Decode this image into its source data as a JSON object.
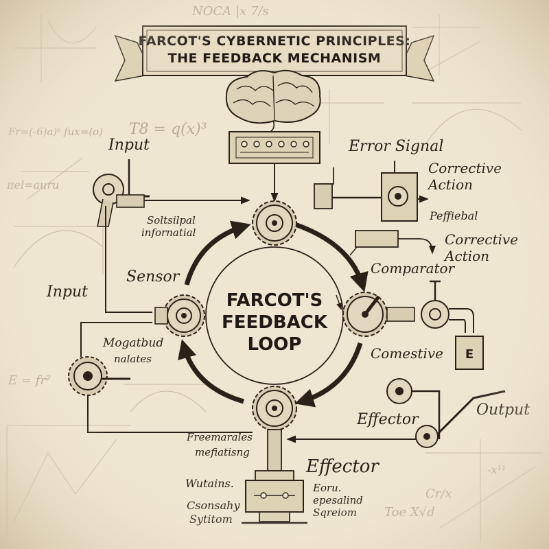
{
  "banner": {
    "title_line1": "FARCOT'S CYBERNETIC PRINCIPLES:",
    "title_line2": "THE FEEDBACK MECHANISM"
  },
  "center": {
    "line1": "FARCOT'S",
    "line2": "FEEDBACK",
    "line3": "LOOP"
  },
  "labels": {
    "input_top": "Input",
    "input_left": "Input",
    "sensor": "Sensor",
    "error_signal": "Error Signal",
    "corrective_action_1_a": "Corrective",
    "corrective_action_1_b": "Action",
    "corrective_action_2_a": "Corrective",
    "corrective_action_2_b": "Action",
    "peffiebal": "Peffiebal",
    "comparator": "Comparator",
    "comestive": "Comestive",
    "effector_right": "Effector",
    "output": "Output",
    "effector_bottom": "Effector",
    "sensorial_a": "Soltsilpal",
    "sensorial_b": "infornatial",
    "mogatbud_a": "Mogatbud",
    "mogatbud_b": "nalates",
    "freemarales_a": "Freemarales",
    "freemarales_b": "mefiatisng",
    "wutains": "Wutains.",
    "csonsahy_a": "Csonsahy",
    "csonsahy_b": "Sytitom",
    "eoru_a": "Eoru.",
    "eoru_b": "epesalind",
    "eoru_c": "Sqreiom"
  },
  "background_formulas": {
    "f1": "Fr=(-6)a)ˢ fux=(o)",
    "f2": "T8 = q(x)³",
    "f3": "πel=auru",
    "f4": "NOCA |x 7/s",
    "f5": "E = fr²",
    "f6": "Toe X√d",
    "f7": "Cr/x",
    "f8": "-x¹¹"
  },
  "colors": {
    "paper": "#efe6d2",
    "ink": "#2a2218",
    "faint_ink": "#b9ab91"
  }
}
